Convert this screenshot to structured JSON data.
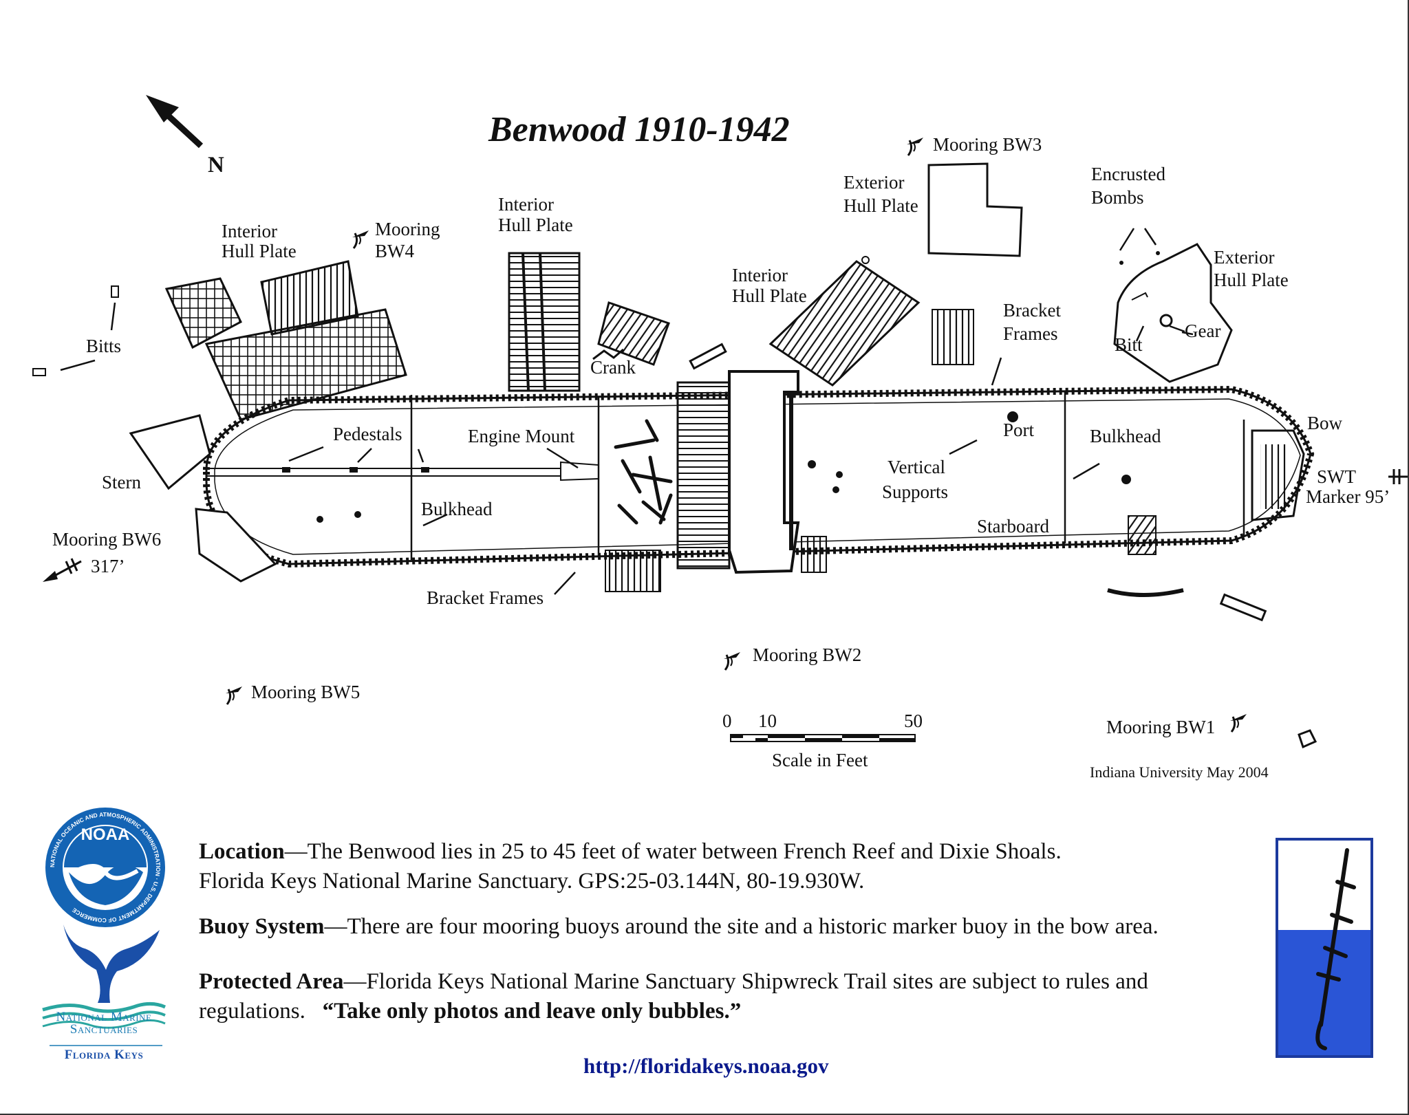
{
  "title": "Benwood 1910-1942",
  "north_label": "N",
  "labels": {
    "interior_hull_plate_1": [
      "Interior",
      "Hull Plate"
    ],
    "interior_hull_plate_2": [
      "Interior",
      "Hull Plate"
    ],
    "interior_hull_plate_3": [
      "Interior",
      "Hull Plate"
    ],
    "exterior_hull_plate_1": [
      "Exterior",
      "Hull Plate"
    ],
    "exterior_hull_plate_2": [
      "Exterior",
      "Hull Plate"
    ],
    "encrusted_bombs": [
      "Encrusted",
      "Bombs"
    ],
    "bracket_frames_top": [
      "Bracket",
      "Frames"
    ],
    "bracket_frames_bottom": "Bracket Frames",
    "bitts": "Bitts",
    "bitt": "Bitt",
    "gear": "Gear",
    "crank": "Crank",
    "stern": "Stern",
    "bow": "Bow",
    "pedestals": "Pedestals",
    "engine_mount": "Engine Mount",
    "bulkhead_aft": "Bulkhead",
    "bulkhead_fwd": "Bulkhead",
    "port": "Port",
    "starboard": "Starboard",
    "vertical_supports": [
      "Vertical",
      "Supports"
    ],
    "swt_marker": [
      "SWT",
      "Marker 95’"
    ]
  },
  "moorings": {
    "bw1": "Mooring BW1",
    "bw2": "Mooring BW2",
    "bw3": "Mooring BW3",
    "bw4": [
      "Mooring",
      "BW4"
    ],
    "bw5": "Mooring BW5",
    "bw6": "Mooring BW6",
    "bw6_distance": "317’"
  },
  "scale": {
    "tick_0": "0",
    "tick_10": "10",
    "tick_50": "50",
    "caption": "Scale in Feet"
  },
  "credit": "Indiana University May 2004",
  "info": {
    "location_heading": "Location",
    "location_text": "—The Benwood lies in 25 to 45 feet of water between French Reef and Dixie Shoals.",
    "location_text_2": "Florida Keys National Marine Sanctuary. GPS:25-03.144N, 80-19.930W.",
    "buoy_heading": "Buoy System",
    "buoy_text": "—There are four mooring buoys around the site and a historic marker buoy in the bow area.",
    "protected_heading": "Protected Area",
    "protected_text": "—Florida Keys National Marine Sanctuary Shipwreck Trail sites are subject to rules and regulations.",
    "protected_quote": "“Take only photos and leave only bubbles.”"
  },
  "url": "http://floridakeys.noaa.gov",
  "logos": {
    "noaa_text": "NOAA",
    "noaa_ring_text": "NATIONAL OCEANIC AND ATMOSPHERIC ADMINISTRATION · U.S. DEPARTMENT OF COMMERCE",
    "sanctuary_line_1": "National Marine",
    "sanctuary_line_2": "Sanctuaries",
    "sanctuary_line_3": "Florida Keys"
  },
  "colors": {
    "ink": "#111111",
    "url": "#0b1a8c",
    "noaa_blue": "#1464b4",
    "sanctuary_blue": "#1a7bb3",
    "water_blue": "#2a55d6",
    "frame_blue": "#1c3a9e"
  }
}
